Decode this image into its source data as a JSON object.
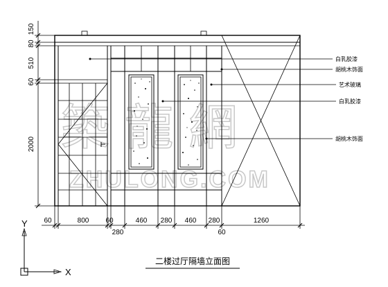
{
  "drawing": {
    "title": "二楼过厅隔墙立面图",
    "watermark": {
      "chinese": "築 龍 網",
      "latin": "ZHULONG.COM"
    }
  },
  "dimensions": {
    "vertical": [
      "150",
      "80",
      "510",
      "60",
      "2000"
    ],
    "horizontal_top_row": [
      "60",
      "800",
      "60",
      "460",
      "280",
      "460",
      "280",
      "1260"
    ],
    "horizontal_bottom_row": [
      "280",
      "60"
    ]
  },
  "annotations": [
    "白乳胶漆",
    "胡桃木饰面",
    "艺术玻璃",
    "白乳胶漆",
    "胡桃木饰面"
  ],
  "axes": {
    "y_label": "Y",
    "x_label": "X"
  }
}
